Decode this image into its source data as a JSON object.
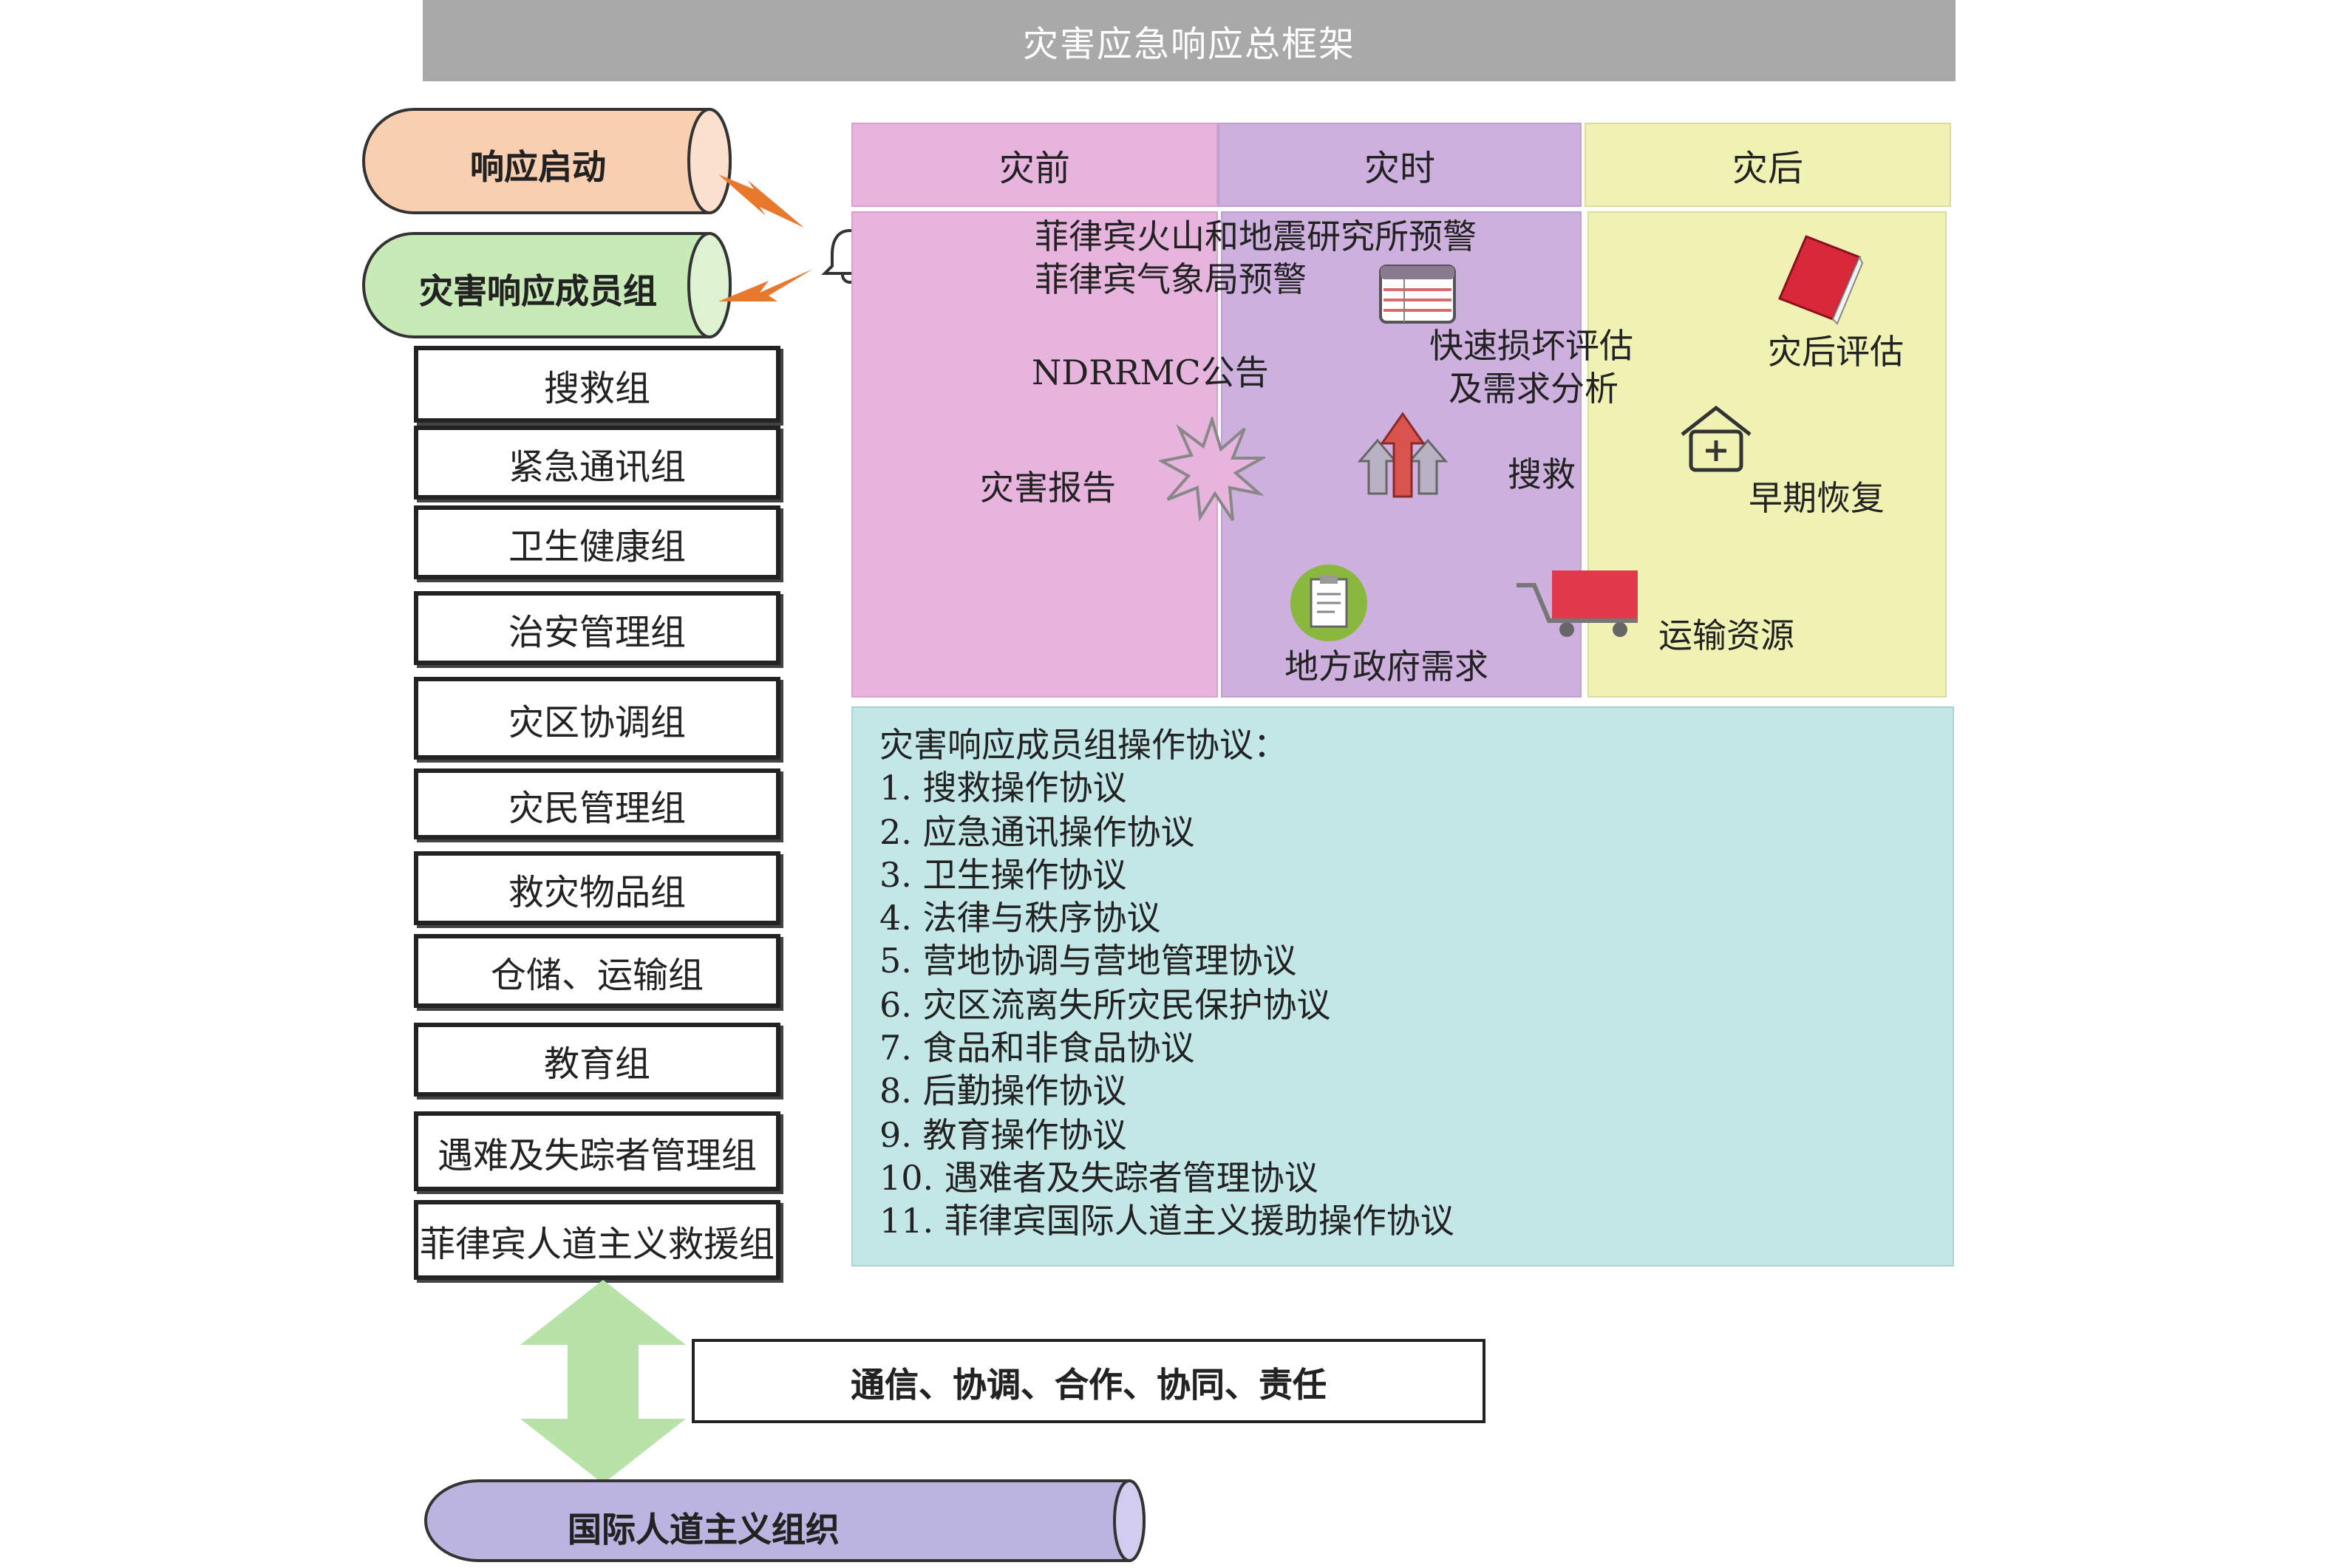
{
  "title": "灾害应急响应总框架",
  "activation": "响应启动",
  "member_groups_title": "灾害响应成员组",
  "groups": [
    "搜救组",
    "紧急通讯组",
    "卫生健康组",
    "治安管理组",
    "灾区协调组",
    "灾民管理组",
    "救灾物品组",
    "仓储、运输组",
    "教育组",
    "遇难及失踪者管理组",
    "菲律宾人道主义救援组"
  ],
  "phases": {
    "before": "灾前",
    "during": "灾时",
    "after": "灾后"
  },
  "labels": {
    "warning_volcano": "菲律宾火山和地震研究所预警",
    "warning_weather": "菲律宾气象局预警",
    "ndrrmc": "NDRRMC公告",
    "disaster_report": "灾害报告",
    "rapid_assessment_1": "快速损坏评估",
    "rapid_assessment_2": "及需求分析",
    "search_rescue": "搜救",
    "local_gov": "地方政府需求",
    "post_assessment": "灾后评估",
    "early_recovery": "早期恢复",
    "transport": "运输资源"
  },
  "protocols": {
    "title": "灾害响应成员组操作协议：",
    "items": [
      "1. 搜救操作协议",
      "2. 应急通讯操作协议",
      "3. 卫生操作协议",
      "4. 法律与秩序协议",
      "5. 营地协调与营地管理协议",
      "6. 灾区流离失所灾民保护协议",
      "7. 食品和非食品协议",
      "8. 后勤操作协议",
      "9. 教育操作协议",
      "10. 遇难者及失踪者管理协议",
      "11. 菲律宾国际人道主义援助操作协议"
    ]
  },
  "principles": "通信、协调、合作、协同、责任",
  "international": "国际人道主义组织",
  "colors": {
    "activation": "#f8cfb0",
    "members": "#c7eab6",
    "before": "#e6b4dd",
    "during": "#cdb0de",
    "after": "#f0f2b4",
    "protocols": "#c3e6e7",
    "international": "#bbb4e0",
    "arrow": "#b7e2a8",
    "lightning": "#e8782c"
  }
}
